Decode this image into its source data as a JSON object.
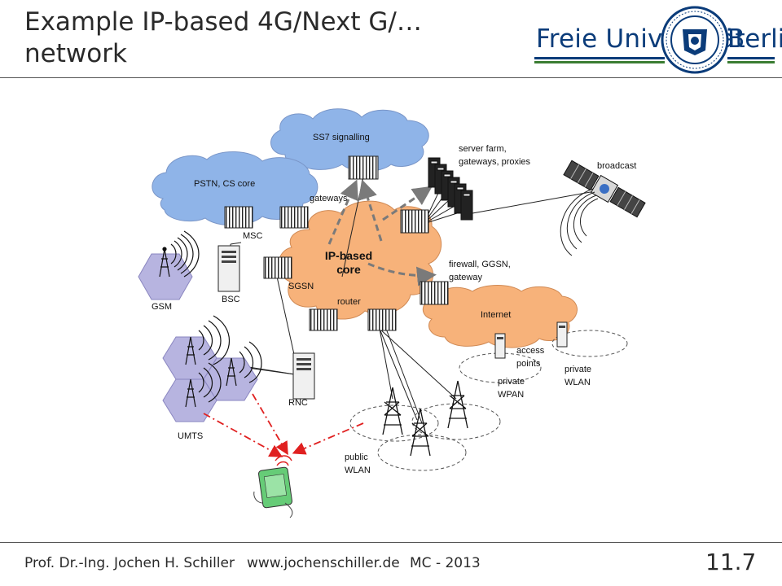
{
  "slide": {
    "title_line1": "Example IP-based 4G/Next G/…",
    "title_line2": "network",
    "page_number": "11.7"
  },
  "logo": {
    "text_a": "Freie Universität",
    "text_b": "Berlin",
    "colors": {
      "blue": "#0b3c7a",
      "green": "#3a7d32"
    }
  },
  "footer": {
    "author": "Prof. Dr.-Ing. Jochen H. Schiller",
    "website": "www.jochenschiller.de",
    "course": "MC - 2013"
  },
  "diagram": {
    "clouds": {
      "ss7": "SS7 signalling",
      "pstn": "PSTN, CS core",
      "core_line1": "IP-based",
      "core_line2": "core",
      "internet": "Internet"
    },
    "labels": {
      "server_farm_1": "server farm,",
      "server_farm_2": "gateways, proxies",
      "broadcast": "broadcast",
      "gateways": "gateways",
      "msc": "MSC",
      "sgsn": "SGSN",
      "bsc": "BSC",
      "gsm": "GSM",
      "router": "router",
      "firewall_1": "firewall, GGSN,",
      "firewall_2": "gateway",
      "access_1": "access",
      "access_2": "points",
      "private_wpan_1": "private",
      "private_wpan_2": "WPAN",
      "private_wlan_1": "private",
      "private_wlan_2": "WLAN",
      "rnc": "RNC",
      "umts": "UMTS",
      "public_wlan_1": "public",
      "public_wlan_2": "WLAN"
    },
    "colors": {
      "core_cloud": "#f7b27a",
      "blue_cloud": "#8fb4e8",
      "hex_cell": "#b7b4e0",
      "dashed_arrow": "#7a7a7a",
      "red_path": "#e02020",
      "handset": "#66cc77"
    }
  }
}
